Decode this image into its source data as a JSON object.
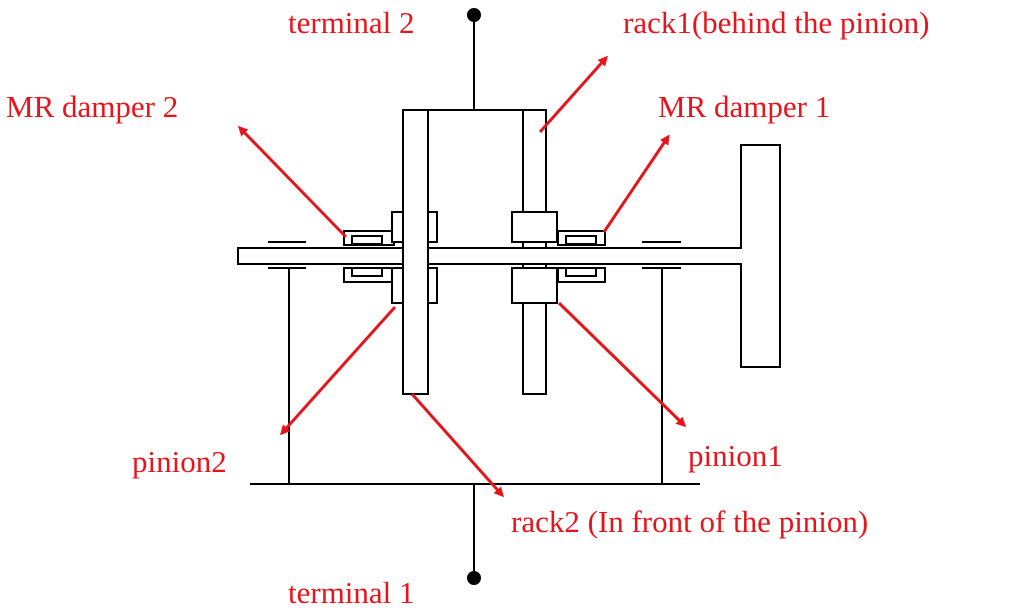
{
  "labels": {
    "terminal_2": "terminal 2",
    "terminal_1": "terminal 1",
    "rack1": "rack1(behind the pinion)",
    "rack2": "rack2 (In front of the pinion)",
    "mr_damper_1": "MR damper 1",
    "mr_damper_2": "MR damper 2",
    "pinion1": "pinion1",
    "pinion2": "pinion2"
  },
  "colors": {
    "annotation": "#e8141b",
    "structure": "#000000",
    "background": "#ffffff"
  }
}
